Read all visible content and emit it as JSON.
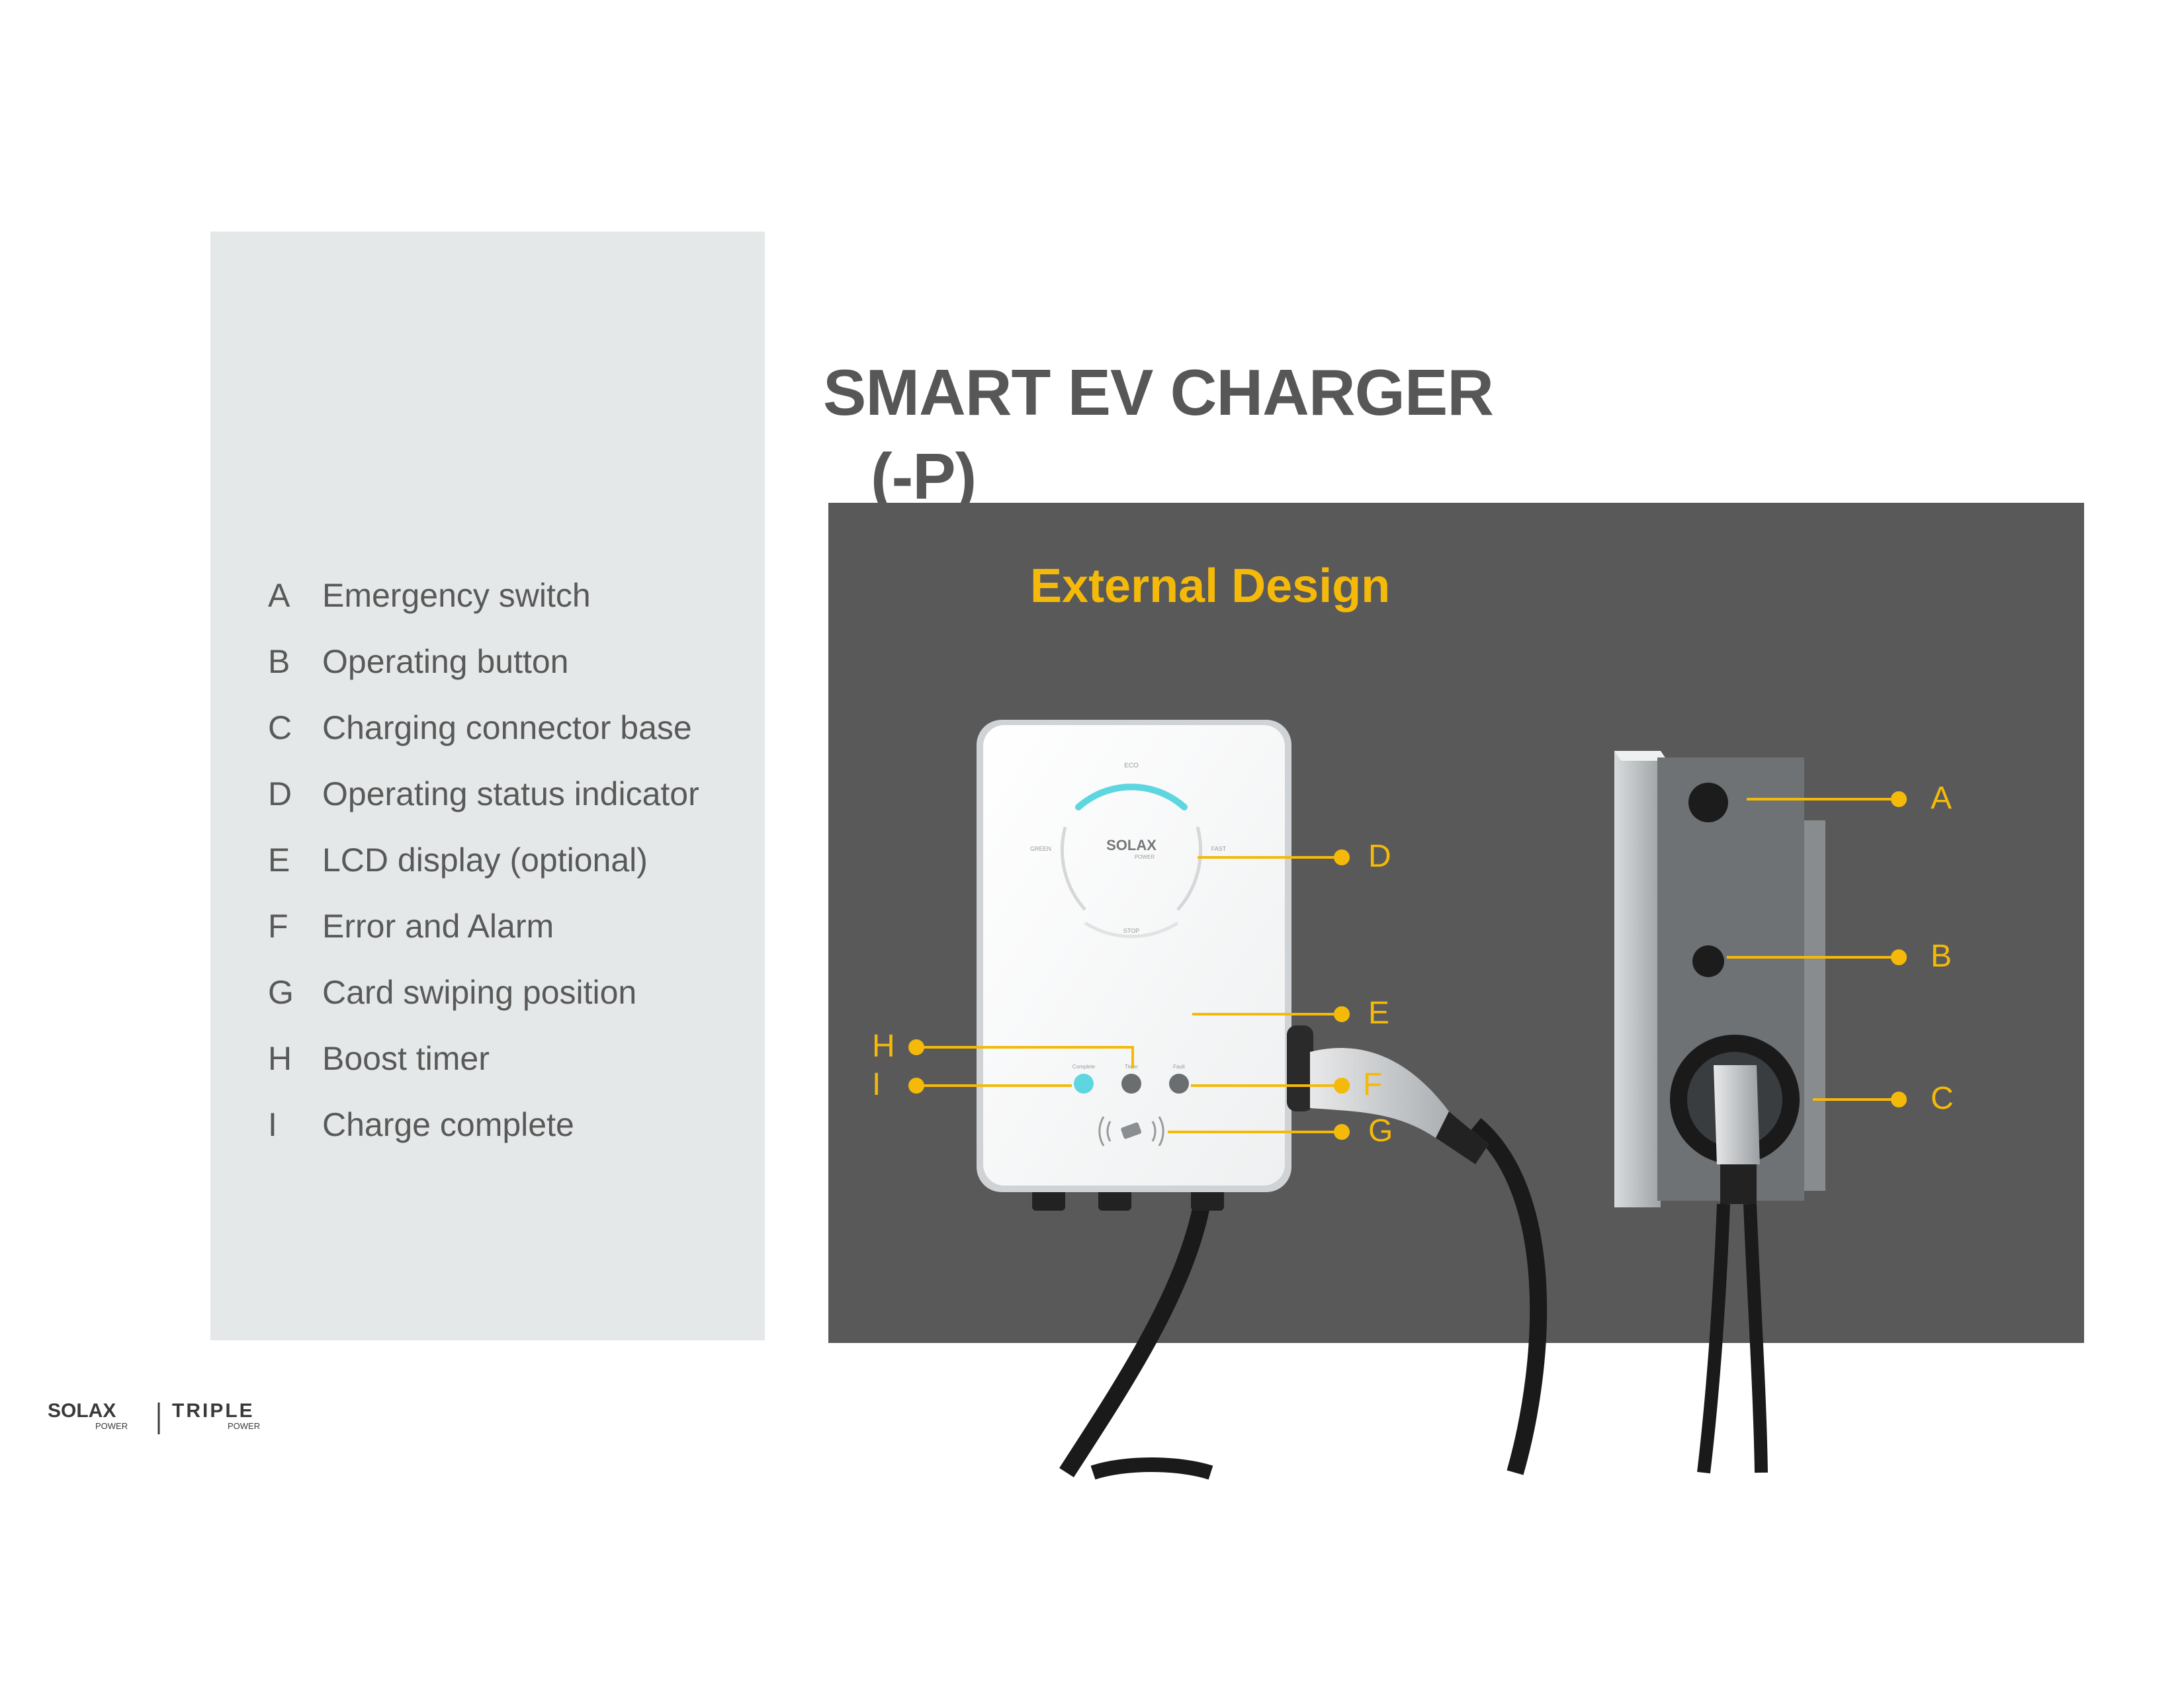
{
  "title": "SMART EV CHARGER",
  "subtitle": "(-P)",
  "panel_title": "External Design",
  "legend": [
    {
      "letter": "A",
      "label": "Emergency switch"
    },
    {
      "letter": "B",
      "label": "Operating button"
    },
    {
      "letter": "C",
      "label": "Charging connector base"
    },
    {
      "letter": "D",
      "label": "Operating status indicator"
    },
    {
      "letter": "E",
      "label": "LCD display (optional)"
    },
    {
      "letter": "F",
      "label": "Error and Alarm"
    },
    {
      "letter": "G",
      "label": "Card swiping position"
    },
    {
      "letter": "H",
      "label": "Boost timer"
    },
    {
      "letter": "I",
      "label": "Charge complete"
    }
  ],
  "callouts": {
    "A": "A",
    "B": "B",
    "C": "C",
    "D": "D",
    "E": "E",
    "F": "F",
    "G": "G",
    "H": "H",
    "I": "I"
  },
  "device_labels": {
    "brand": "SOLAX",
    "brand_sub": "POWER",
    "eco": "ECO",
    "green": "GREEN",
    "fast": "FAST",
    "stop": "STOP",
    "complete": "Complete",
    "timer": "Timer",
    "fault": "Fault"
  },
  "logos": {
    "solax": "SOLAX",
    "solax_sub": "POWER",
    "triple": "TRIPLE",
    "triple_sub": "POWER"
  },
  "colors": {
    "accent": "#f5b90a",
    "panel_dark": "#595959",
    "panel_light": "#e5e8e8",
    "title": "#575757",
    "ring": "#5ed6e0"
  }
}
